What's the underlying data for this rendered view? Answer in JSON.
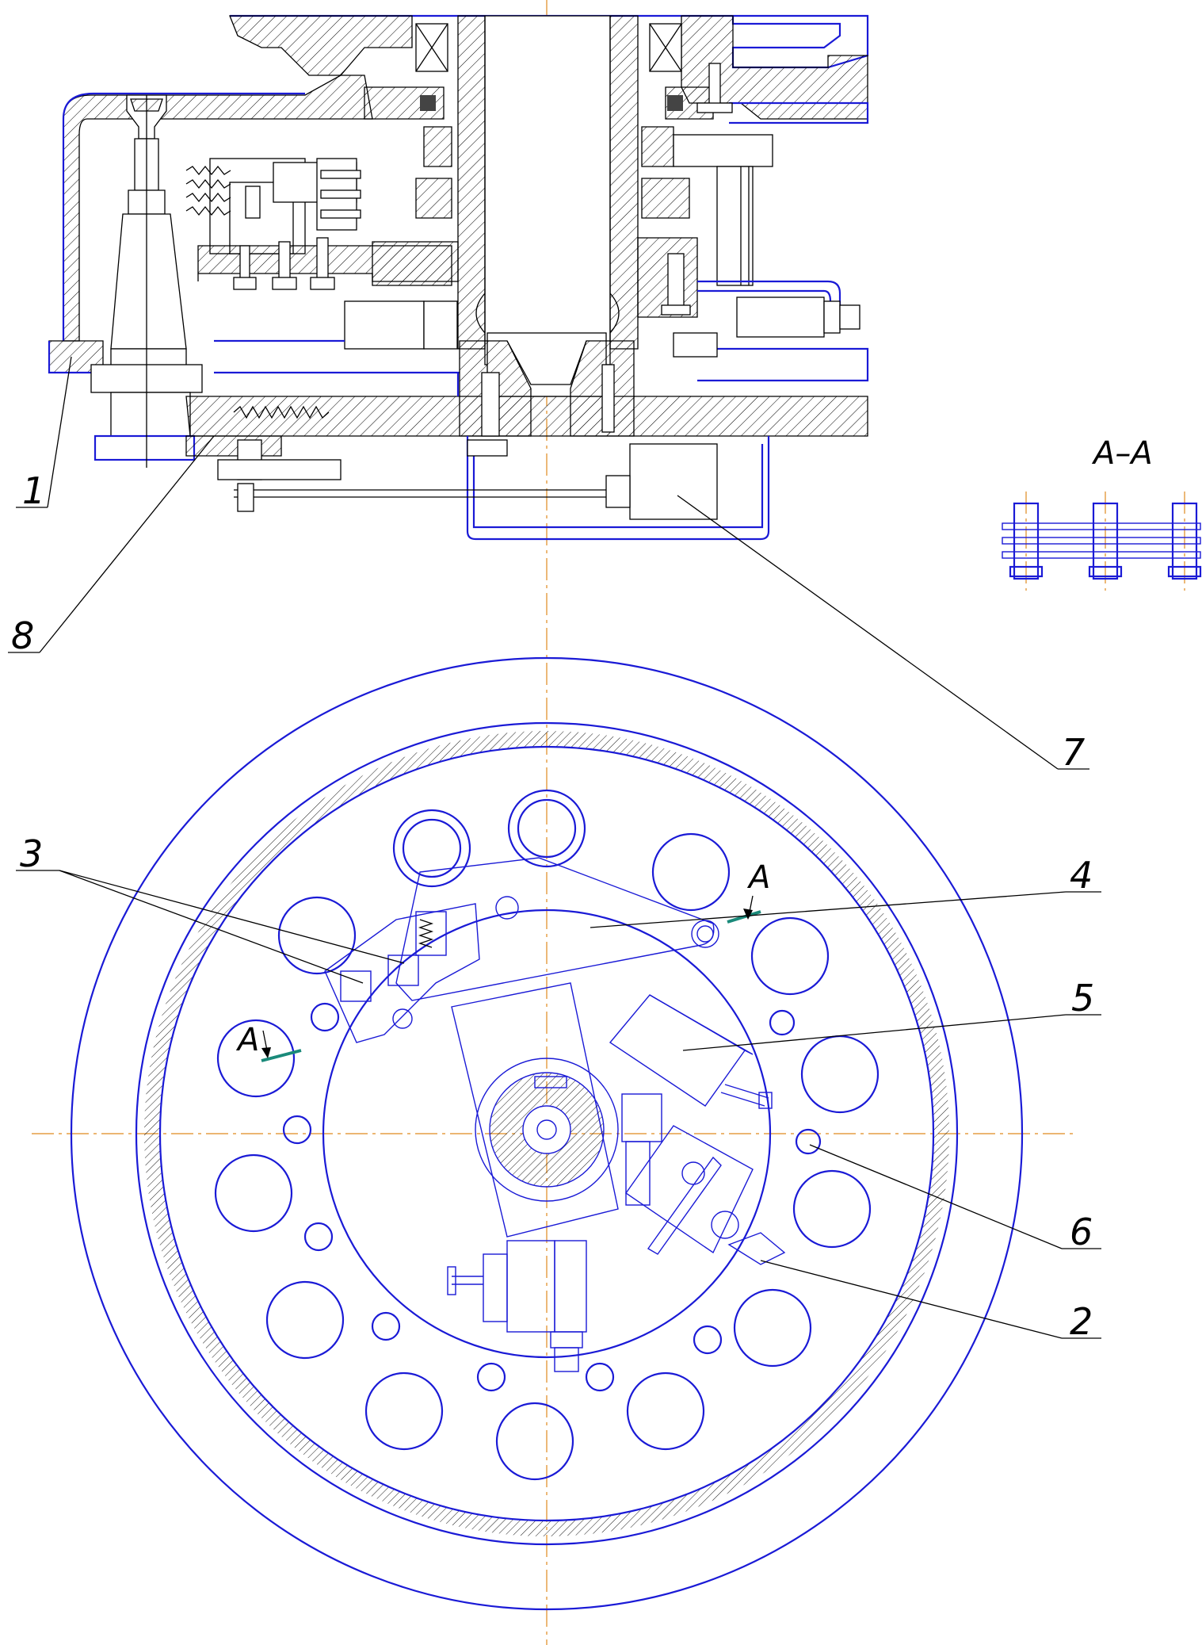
{
  "drawing": {
    "callouts": [
      {
        "id": "1",
        "label": "1"
      },
      {
        "id": "2",
        "label": "2"
      },
      {
        "id": "3",
        "label": "3"
      },
      {
        "id": "4",
        "label": "4"
      },
      {
        "id": "5",
        "label": "5"
      },
      {
        "id": "6",
        "label": "6"
      },
      {
        "id": "7",
        "label": "7"
      },
      {
        "id": "8",
        "label": "8"
      }
    ],
    "section_title": "A–A",
    "section_marker_label": "A",
    "colors": {
      "outline_blue": "#1a1ad6",
      "line_black": "#000000",
      "centerline_orange": "#e08a1e",
      "cut_teal": "#1a8a7a"
    }
  }
}
